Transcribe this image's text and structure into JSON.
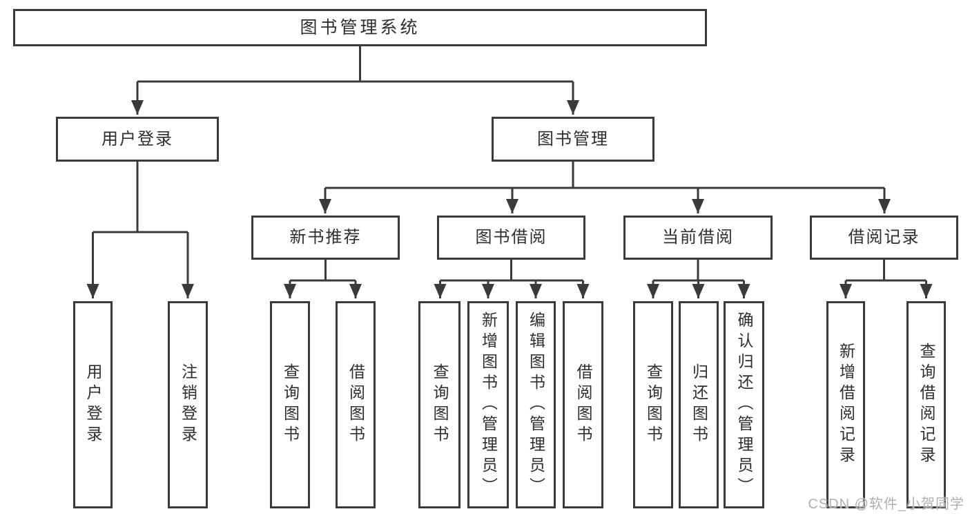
{
  "tree": {
    "root": {
      "label": "图书管理系统"
    },
    "branches": [
      {
        "label": "用户登录",
        "children": [
          {
            "label": "用户登录"
          },
          {
            "label": "注销登录"
          }
        ]
      },
      {
        "label": "图书管理",
        "sections": [
          {
            "label": "新书推荐",
            "children": [
              {
                "label": "查询图书"
              },
              {
                "label": "借阅图书"
              }
            ]
          },
          {
            "label": "图书借阅",
            "children": [
              {
                "label": "查询图书"
              },
              {
                "label": "新增图书（管理员）"
              },
              {
                "label": "编辑图书（管理员）"
              },
              {
                "label": "借阅图书"
              }
            ]
          },
          {
            "label": "当前借阅",
            "children": [
              {
                "label": "查询图书"
              },
              {
                "label": "归还图书"
              },
              {
                "label": "确认归还（管理员）"
              }
            ]
          },
          {
            "label": "借阅记录",
            "children": [
              {
                "label": "新增借阅记录"
              },
              {
                "label": "查询借阅记录"
              }
            ]
          }
        ]
      }
    ]
  },
  "watermark": {
    "text": "CSDN @软件_小贺同学"
  },
  "colors": {
    "line": "#3a3a3a",
    "text": "#2e2e2e",
    "watermark": "#b0b0b0",
    "background": "#ffffff"
  }
}
